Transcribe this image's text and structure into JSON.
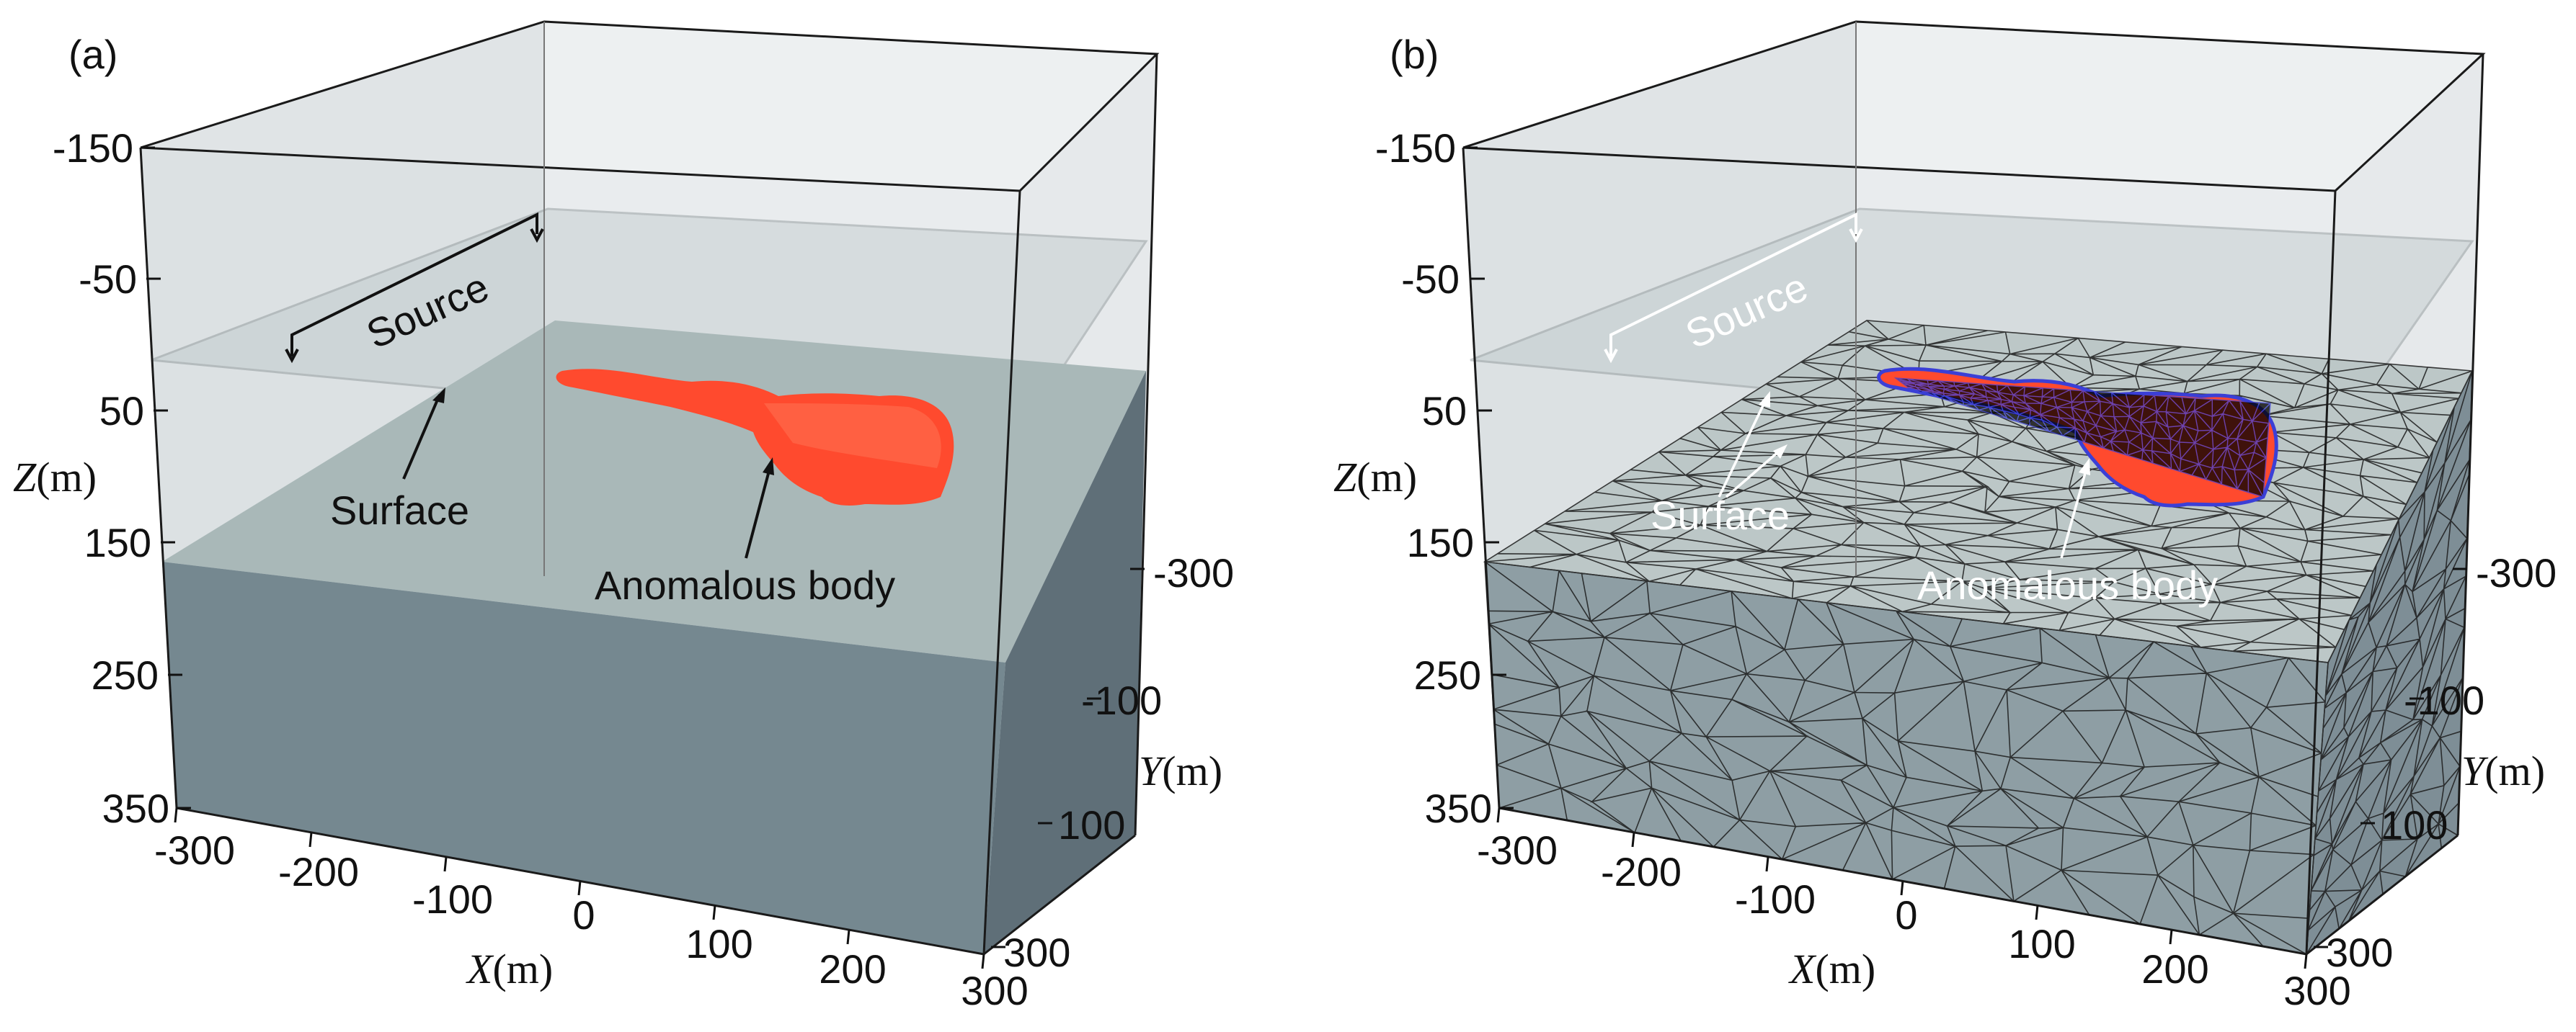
{
  "panels": [
    {
      "label": "(a)",
      "z_axis": {
        "title_var": "Z",
        "title_unit": "(m)",
        "ticks": [
          "-150",
          "-50",
          "50",
          "150",
          "250",
          "350"
        ]
      },
      "x_axis": {
        "title_var": "X",
        "title_unit": "(m)",
        "ticks": [
          "-300",
          "-200",
          "-100",
          "0",
          "100",
          "200",
          "300"
        ]
      },
      "y_axis": {
        "title_var": "Y",
        "title_unit": "(m)",
        "ticks": [
          "-300",
          "-100",
          "100",
          "300"
        ]
      },
      "annotations": {
        "source": "Source",
        "surface": "Surface",
        "body": "Anomalous body"
      },
      "mesh": false
    },
    {
      "label": "(b)",
      "z_axis": {
        "title_var": "Z",
        "title_unit": "(m)",
        "ticks": [
          "-150",
          "-50",
          "50",
          "150",
          "250",
          "350"
        ]
      },
      "x_axis": {
        "title_var": "X",
        "title_unit": "(m)",
        "ticks": [
          "-300",
          "-200",
          "-100",
          "0",
          "100",
          "200",
          "300"
        ]
      },
      "y_axis": {
        "title_var": "Y",
        "title_unit": "(m)",
        "ticks": [
          "-300",
          "-100",
          "100",
          "300"
        ]
      },
      "annotations": {
        "source": "Source",
        "surface": "Surface",
        "body": "Anomalous body"
      },
      "mesh": true
    }
  ],
  "colors": {
    "air": "#d6dadd",
    "earth_top": "#a9b8b8",
    "earth_front": "#758890",
    "earth_side": "#5f6f78",
    "body": "#ff4a2e",
    "body_mesh": "#3b3fd6"
  }
}
